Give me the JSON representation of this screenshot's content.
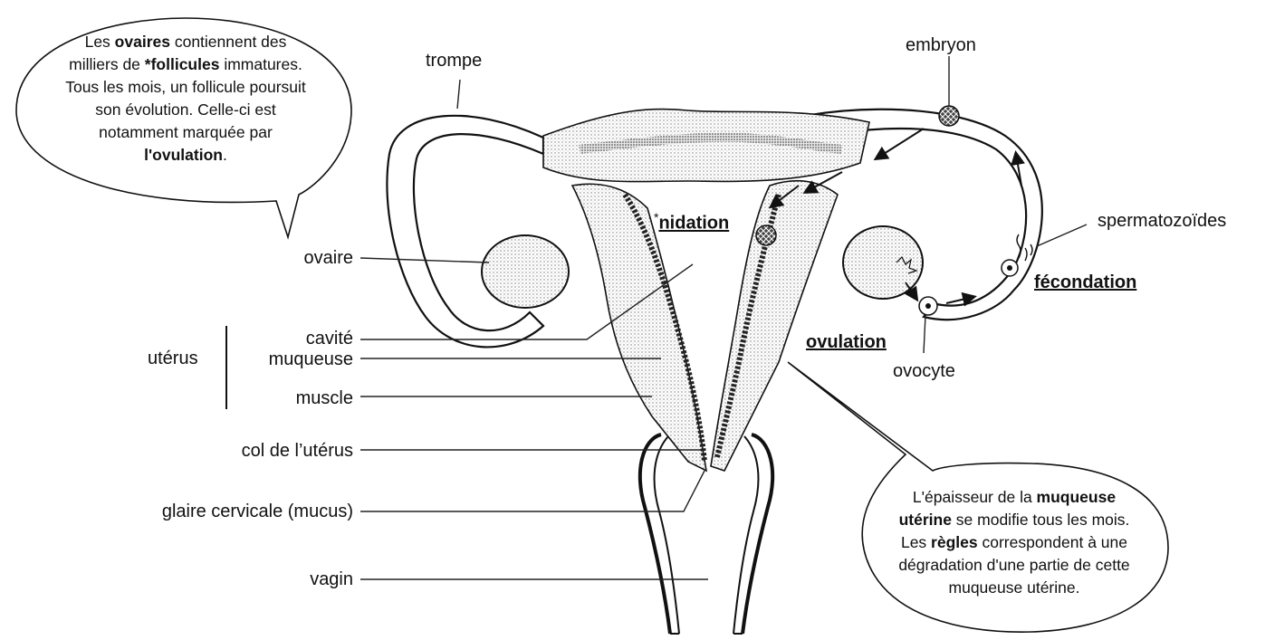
{
  "labels": {
    "trompe": "trompe",
    "embryon": "embryon",
    "nidation_star": "*",
    "nidation": "nidation",
    "spermatozoides": "spermatozoïdes",
    "fecondation": "fécondation",
    "ovulation": "ovulation",
    "ovocyte": "ovocyte",
    "ovaire": "ovaire",
    "uterus": "utérus",
    "cavite": "cavité",
    "muqueuse": "muqueuse",
    "muscle": "muscle",
    "col": "col de l’utérus",
    "glaire": "glaire cervicale (mucus)",
    "vagin": "vagin"
  },
  "bubble_left": {
    "l1a": "Les ",
    "l1b": "ovaires",
    "l1c": " contiennent des",
    "l2a": "milliers de ",
    "l2b": "*follicules",
    "l2c": " immatures.",
    "l3": "Tous les mois, un follicule poursuit",
    "l4": "son évolution. Celle-ci est",
    "l5": "notamment marquée par",
    "l6a": "l'ovulation",
    "l6b": "."
  },
  "bubble_right": {
    "l1a": "L'épaisseur de la ",
    "l1b": "muqueuse",
    "l2a": "utérine",
    "l2b": " se modifie tous les mois.",
    "l3a": "Les ",
    "l3b": "règles",
    "l3c": " correspondent à une",
    "l4": "dégradation d'une partie de cette",
    "l5": "muqueuse utérine."
  }
}
